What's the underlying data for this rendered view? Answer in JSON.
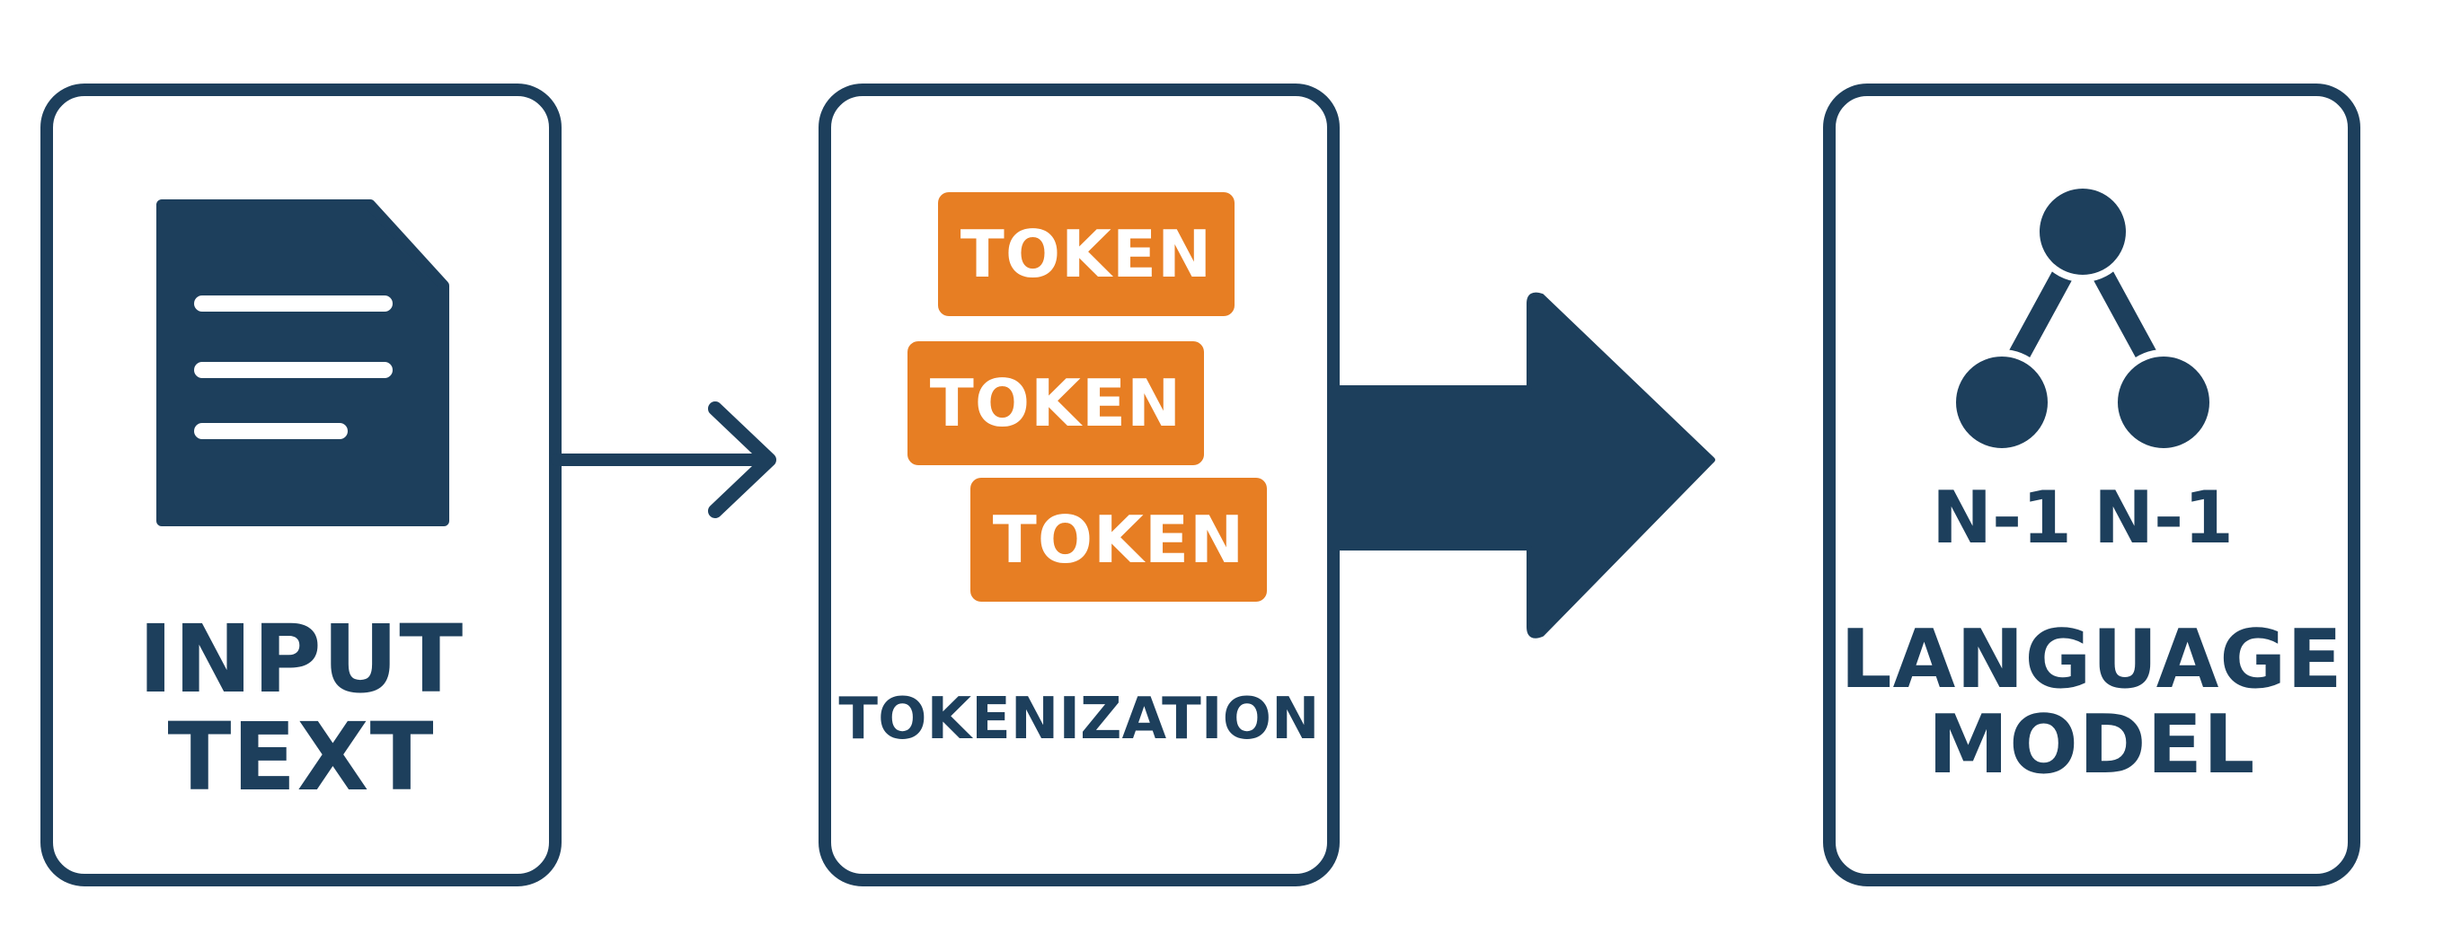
{
  "diagram": {
    "colors": {
      "primary": "#1d3f5c",
      "accent": "#e77e23",
      "card_fill": "#ffffff"
    },
    "steps": [
      {
        "title_line1": "INPUT",
        "title_line2": "TEXT",
        "icon": "document-icon"
      },
      {
        "title": "TOKENIZATION",
        "tokens": [
          "TOKEN",
          "TOKEN",
          "TOKEN"
        ]
      },
      {
        "title_line1": "LANGUAGE",
        "title_line2": "MODEL",
        "icon": "tree-network-icon",
        "node_labels": [
          "N-1",
          "N-1"
        ]
      }
    ],
    "connectors": [
      "thin-arrow-icon",
      "big-arrow-icon"
    ]
  }
}
